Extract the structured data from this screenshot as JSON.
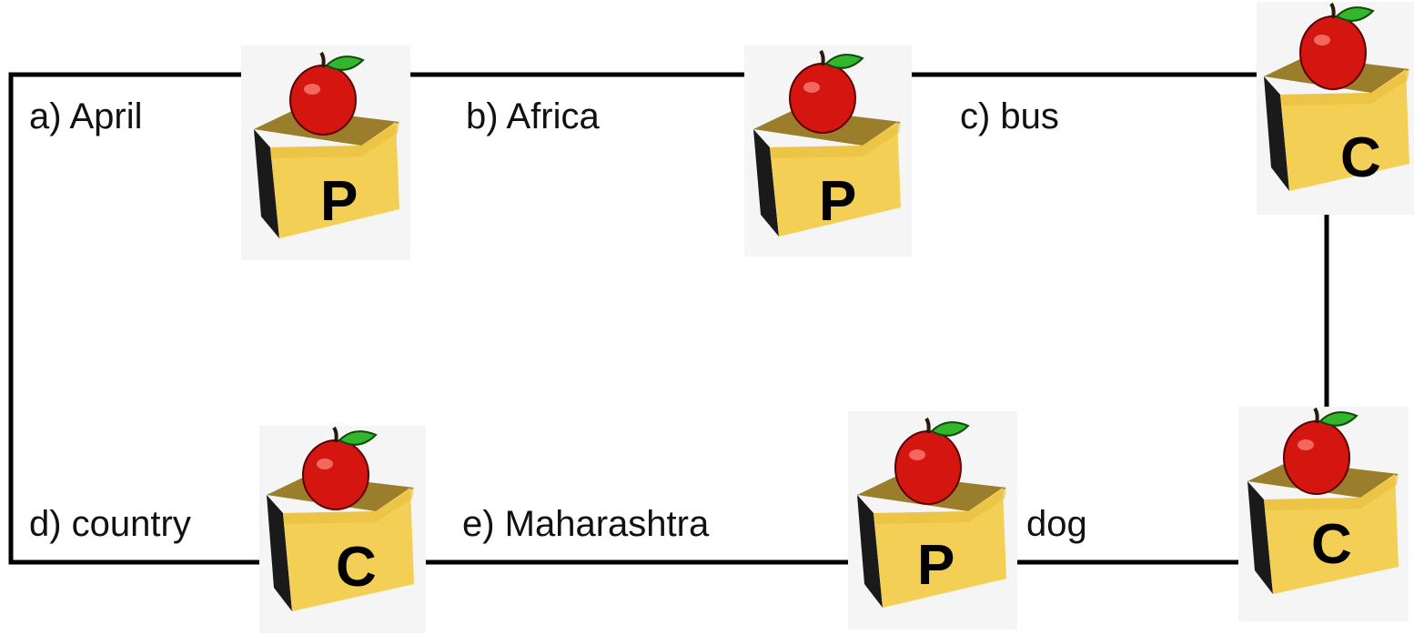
{
  "labels": {
    "a": "a) April",
    "b": "b) Africa",
    "c": "c) bus",
    "d": "d) country",
    "e": "e) Maharashtra",
    "f": "dog"
  },
  "boxes": [
    {
      "id": "box1",
      "letter": "P"
    },
    {
      "id": "box2",
      "letter": "P"
    },
    {
      "id": "box3",
      "letter": "C"
    },
    {
      "id": "box4",
      "letter": "C"
    },
    {
      "id": "box5",
      "letter": "P"
    },
    {
      "id": "box6",
      "letter": "C"
    }
  ],
  "colors": {
    "line": "#000000",
    "box_front": "#f3cf55",
    "box_top": "#9b7e2c",
    "box_side": "#1a1a1a",
    "apple": "#d41510",
    "leaf": "#33b52c",
    "tile_bg": "#f5f5f5"
  }
}
